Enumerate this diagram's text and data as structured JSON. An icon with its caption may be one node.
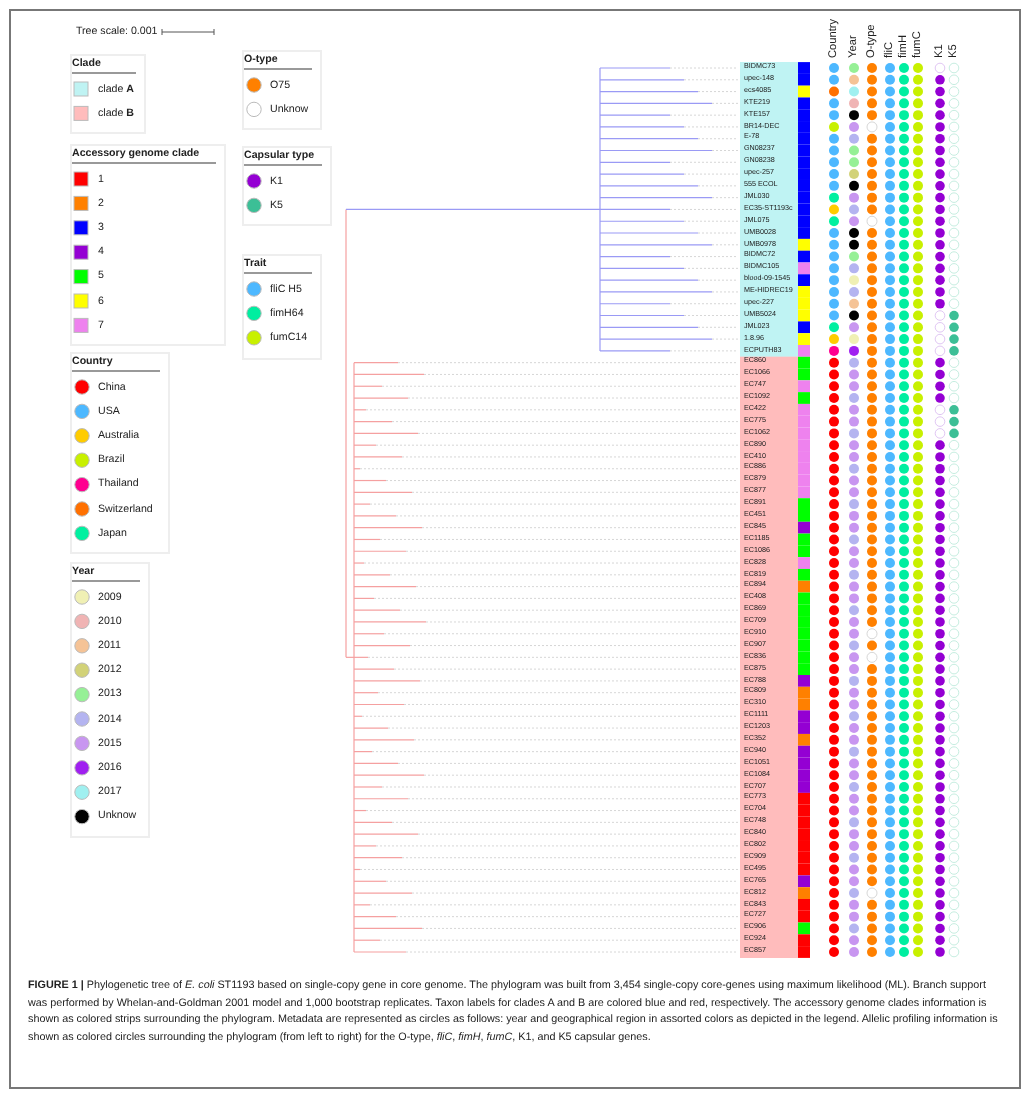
{
  "diagram": {
    "caption": "**FIGURE 1 |** Phylogenetic tree of *E. coli* ST1193 based on single-copy gene in core genome. The phylogram was built from 3,454 single-copy core-genes using maximum likelihood (ML). Branch support was performed by Whelan-and-Goldman 2001 model and 1,000 bootstrap replicates. Taxon labels for clades A and B are colored blue and red, respectively. The accessory genome clades information is shown as colored strips surrounding the phylogram. Metadata are represented as circles as follows: year and geographical region in assorted colors as depicted in the legend. Allelic profiling information is shown as colored circles surrounding the phylogram (from left to right) for the O-type, *fliC*, *fimH*, *fumC*, K1, and K5 capsular genes.",
    "labels": [
      "Tree scale: 0.001",
      "Clade",
      "O-type",
      "Accessory genome clade",
      "Capsular type",
      "Trait",
      "Country",
      "Year",
      "Country",
      "Year",
      "O-type",
      "fliC",
      "fimH",
      "fumC",
      "K1",
      "K5",
      "BIDMC73",
      "upec-148",
      "ecs4085",
      "KTE219",
      "KTE157",
      "BR14-DEC",
      "E-78",
      "GN08237",
      "GN08238",
      "upec-257",
      "555 ECOL",
      "JML030",
      "EC35-ST1193c",
      "JML075",
      "UMB0028",
      "UMB0978",
      "BIDMC72",
      "BIDMC105",
      "blood-09-1545",
      "ME-HIDREC19",
      "upec-227",
      "UMB5024",
      "JML023",
      "1.8.96",
      "ECPUTH83",
      "EC860",
      "EC1066",
      "EC747",
      "EC1092",
      "EC422",
      "EC775",
      "EC1062",
      "EC890",
      "EC410",
      "EC886",
      "EC879",
      "EC877",
      "EC891",
      "EC451",
      "EC845",
      "EC1185",
      "EC1086",
      "EC828",
      "EC819",
      "EC894",
      "EC408",
      "EC869",
      "EC709",
      "EC910",
      "EC907",
      "EC836",
      "EC875",
      "EC788",
      "EC809",
      "EC310",
      "EC1111",
      "EC1203",
      "EC352",
      "EC940",
      "EC1051",
      "EC1084",
      "EC707",
      "EC773",
      "EC704",
      "EC748",
      "EC840",
      "EC802",
      "EC909",
      "EC495",
      "EC765",
      "EC812",
      "EC843",
      "EC727",
      "EC906",
      "EC924",
      "EC857"
    ],
    "legend": [
      {
        "text": "clade **A**",
        "color": "#bff3f3"
      },
      {
        "text": "clade **B**",
        "color": "#ffbcbc"
      },
      {
        "text": "O75",
        "color": "#ff8000"
      },
      {
        "text": "Unknow",
        "color": "#ffffff"
      },
      {
        "text": "1",
        "color": "#ff0000"
      },
      {
        "text": "2",
        "color": "#ff8000"
      },
      {
        "text": "3",
        "color": "#0000ff"
      },
      {
        "text": "4",
        "color": "#9400d3"
      },
      {
        "text": "5",
        "color": "#00ff00"
      },
      {
        "text": "6",
        "color": "#ffff00"
      },
      {
        "text": "7",
        "color": "#ee82ee"
      },
      {
        "text": "K1",
        "color": "#9400d3"
      },
      {
        "text": "K5",
        "color": "#3cbf96"
      },
      {
        "text": "fliC H5",
        "color": "#4db8ff"
      },
      {
        "text": "fimH64",
        "color": "#00eea0"
      },
      {
        "text": "fumC14",
        "color": "#c8f000"
      },
      {
        "text": "China",
        "color": "#ff0000"
      },
      {
        "text": "USA",
        "color": "#4db8ff"
      },
      {
        "text": "Australia",
        "color": "#ffcc00"
      },
      {
        "text": "Brazil",
        "color": "#c8f000"
      },
      {
        "text": "Thailand",
        "color": "#ff0090"
      },
      {
        "text": "Switzerland",
        "color": "#ff7000"
      },
      {
        "text": "Japan",
        "color": "#00f0a0"
      },
      {
        "text": "2009",
        "color": "#f0f0b4"
      },
      {
        "text": "2010",
        "color": "#f0b4b4"
      },
      {
        "text": "2011",
        "color": "#f5c396"
      },
      {
        "text": "2012",
        "color": "#d2d278"
      },
      {
        "text": "2013",
        "color": "#96f096"
      },
      {
        "text": "2014",
        "color": "#b4b4f0"
      },
      {
        "text": "2015",
        "color": "#c896f0"
      },
      {
        "text": "2016",
        "color": "#a020f0"
      },
      {
        "text": "2017",
        "color": "#a0f0f0"
      },
      {
        "text": "Unknow",
        "color": "#000000"
      }
    ]
  }
}
